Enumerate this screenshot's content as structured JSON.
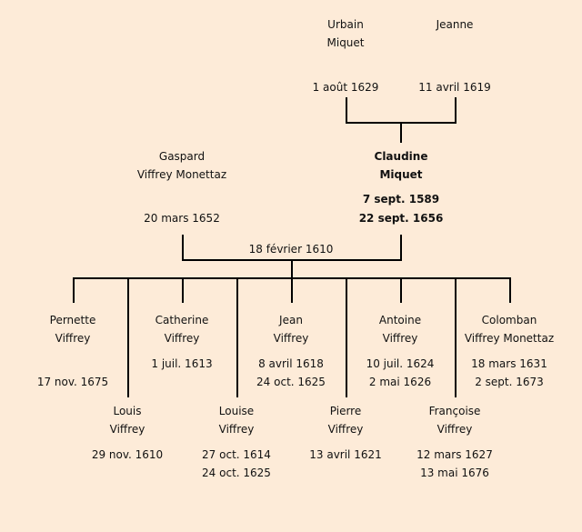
{
  "grandparents": [
    {
      "first": "Urbain",
      "last": "Miquet",
      "date": "1 août 1629"
    },
    {
      "first": "Jeanne",
      "last": "",
      "date": "11 avril 1619"
    }
  ],
  "father": {
    "first": "Gaspard",
    "last": "Viffrey Monettaz",
    "date": "20 mars 1652"
  },
  "mother": {
    "first": "Claudine",
    "last": "Miquet",
    "birth": "7 sept. 1589",
    "death": "22 sept. 1656"
  },
  "marriage": "18 février 1610",
  "children": [
    {
      "first": "Pernette",
      "last": "Viffrey",
      "birth": "",
      "death": "17 nov. 1675"
    },
    {
      "first": "Louis",
      "last": "Viffrey",
      "birth": "29 nov. 1610",
      "death": ""
    },
    {
      "first": "Catherine",
      "last": "Viffrey",
      "birth": "1 juil. 1613",
      "death": ""
    },
    {
      "first": "Louise",
      "last": "Viffrey",
      "birth": "27 oct. 1614",
      "death": "24 oct. 1625"
    },
    {
      "first": "Jean",
      "last": "Viffrey",
      "birth": "8 avril 1618",
      "death": "24 oct. 1625"
    },
    {
      "first": "Pierre",
      "last": "Viffrey",
      "birth": "13 avril 1621",
      "death": ""
    },
    {
      "first": "Antoine",
      "last": "Viffrey",
      "birth": "10 juil. 1624",
      "death": "2 mai 1626"
    },
    {
      "first": "Françoise",
      "last": "Viffrey",
      "birth": "12 mars 1627",
      "death": "13 mai 1676"
    },
    {
      "first": "Colomban",
      "last": "Viffrey Monettaz",
      "birth": "18 mars 1631",
      "death": "2 sept. 1673"
    }
  ]
}
